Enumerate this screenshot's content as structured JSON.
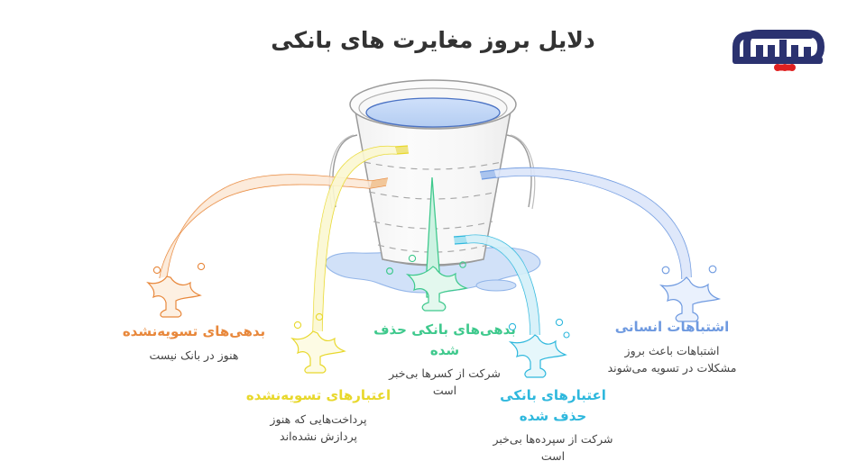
{
  "page": {
    "title": "دلایل بروز مغایرت های بانکی",
    "background_color": "#ffffff"
  },
  "logo": {
    "name": "hesabdaran-logo",
    "primary_color": "#2b3270",
    "accent_color": "#e02020"
  },
  "illustration": {
    "name": "leaky-bucket",
    "bucket_outline_color": "#8a8a8a",
    "bucket_fill_color": "#fafafa",
    "water_color": "#bcd4f5",
    "water_outline_color": "#4a72c4",
    "puddle_color": "#cfe0f8",
    "puddle_outline_color": "#8fb3e8"
  },
  "leaks": [
    {
      "id": "unsettled-debts",
      "title": "بدهی‌های تسویه‌نشده",
      "description": "هنوز در بانک نیست",
      "color": "#e8883c",
      "stream_fill": "#fbe8d5",
      "splash_fill": "#fdf0e2"
    },
    {
      "id": "unsettled-credits",
      "title": "اعتبارهای تسویه‌نشده",
      "description": "پرداخت‌هایی که هنوز\nپردازش نشده‌اند",
      "color": "#e8d82c",
      "stream_fill": "#fbf7d2",
      "splash_fill": "#fdfbe4"
    },
    {
      "id": "removed-bank-debts",
      "title": "بدهی‌های بانکی حذف\nشده",
      "description": "شرکت از کسرها بی‌خبر\nاست",
      "color": "#3fc98d",
      "stream_fill": "#cdf2e2",
      "splash_fill": "#e3f8ee"
    },
    {
      "id": "removed-bank-credits",
      "title": "اعتبارهای بانکی\nحذف شده",
      "description": "شرکت از سپرده‌ها بی‌خبر\nاست",
      "color": "#2fb8dd",
      "stream_fill": "#d4f0f8",
      "splash_fill": "#e6f7fb"
    },
    {
      "id": "human-errors",
      "title": "اشتباهات انسانی",
      "description": "اشتباهات باعث بروز\nمشکلات در تسویه می‌شوند",
      "color": "#6f9ae0",
      "stream_fill": "#dbe6fa",
      "splash_fill": "#eaf1fd"
    }
  ]
}
